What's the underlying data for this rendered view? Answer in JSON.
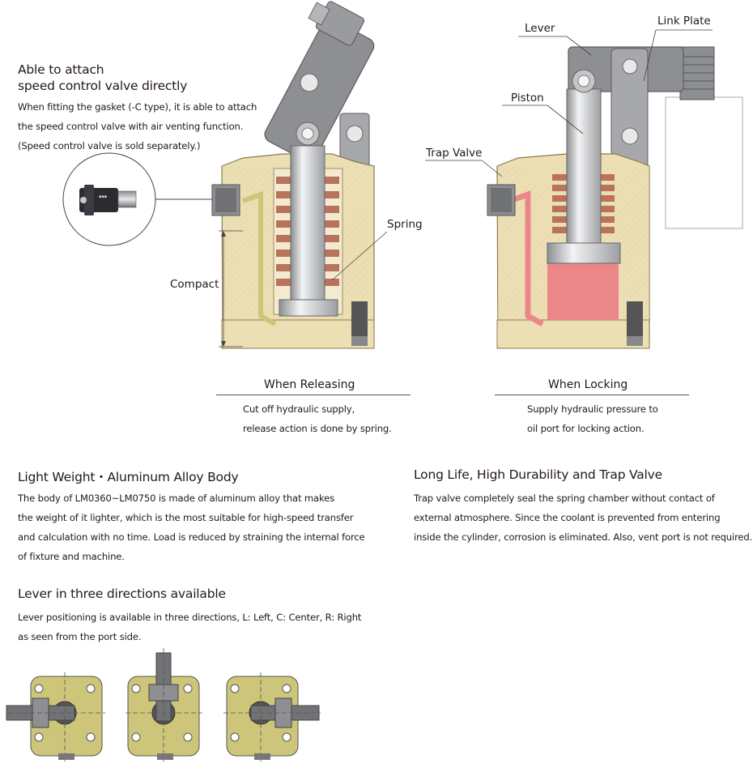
{
  "colors": {
    "body": "#ecdfb4",
    "body_edge": "#8a7a52",
    "steel": "#b9bbbe",
    "steel_dark": "#7d7f82",
    "lever": "#8e8f92",
    "spring": "#b9725b",
    "oil": "#ec8789",
    "yellow_pad": "#cdc57a",
    "text": "#231815"
  },
  "speed_valve": {
    "title_line1": "Able to attach",
    "title_line2": "speed control valve directly",
    "desc": [
      "When fitting the gasket (-C type), it is able to attach",
      "the speed control valve with air venting function.",
      "(Speed control valve is sold separately.)"
    ]
  },
  "labels": {
    "compact": "Compact",
    "spring": "Spring",
    "lever": "Lever",
    "link_plate": "Link Plate",
    "piston": "Piston",
    "trap_valve": "Trap Valve"
  },
  "releasing": {
    "title": "When Releasing",
    "desc": [
      "Cut off hydraulic supply,",
      "release action is done by spring."
    ]
  },
  "locking": {
    "title": "When Locking",
    "desc": [
      "Supply hydraulic pressure to",
      "oil port for locking action."
    ]
  },
  "light_weight": {
    "title": "Light Weight・Aluminum Alloy Body",
    "desc": [
      "The body of LM0360~LM0750 is made of aluminum alloy that makes",
      "the weight of it lighter, which is the most suitable for high-speed transfer",
      "and calculation with no time. Load is reduced by straining the internal force",
      "of fixture and machine."
    ]
  },
  "long_life": {
    "title": "Long Life, High Durability and Trap Valve",
    "desc": [
      "Trap valve completely seal the spring chamber without contact of",
      "external atmosphere. Since the coolant is prevented from entering",
      "inside the cylinder, corrosion is eliminated. Also, vent port is not required."
    ]
  },
  "lever_dir": {
    "title": "Lever in three directions available",
    "desc": [
      "Lever positioning is available in three directions, L: Left, C: Center, R: Right",
      "as seen from the port side."
    ]
  }
}
